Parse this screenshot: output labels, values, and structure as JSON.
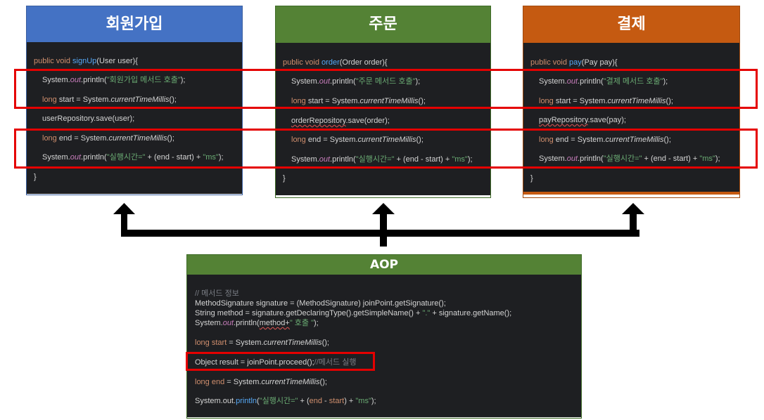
{
  "colors": {
    "signup_header": "#4472c4",
    "order_header": "#548235",
    "pay_header": "#c55a11",
    "aop_header": "#548235",
    "code_bg": "#1e1f22",
    "highlight": "#e50000"
  },
  "signup": {
    "title": "회원가입",
    "sig_kw": "public void ",
    "sig_fn": "signUp",
    "sig_rest": "(User user){",
    "l1_a": "System.",
    "l1_out": "out",
    "l1_b": ".println(",
    "l1_str": "\"회원가입 메서드 호출\"",
    "l1_c": ");",
    "l2_kw": "long",
    "l2_a": " start = System.",
    "l2_it": "currentTimeMillis",
    "l2_b": "();",
    "l3": "userRepository.save(user);",
    "l4_kw": "long",
    "l4_a": " end = System.",
    "l4_it": "currentTimeMillis",
    "l4_b": "();",
    "l5_a": "System.",
    "l5_out": "out",
    "l5_b": ".println(",
    "l5_str": "\"실행시간=\"",
    "l5_c": " + (end - start) + ",
    "l5_str2": "\"ms\"",
    "l5_d": ");",
    "close": "}"
  },
  "order": {
    "title": "주문",
    "sig_kw": "public void ",
    "sig_fn": "order",
    "sig_rest": "(Order order){",
    "l1_a": "System.",
    "l1_out": "out",
    "l1_b": ".println(",
    "l1_str": "\"주문 메서드 호출\"",
    "l1_c": ");",
    "l2_kw": "long",
    "l2_a": " start = System.",
    "l2_it": "currentTimeMillis",
    "l2_b": "();",
    "l3_uw": "orderRepository",
    "l3_b": ".save(order);",
    "l4_kw": "long",
    "l4_a": " end = System.",
    "l4_it": "currentTimeMillis",
    "l4_b": "();",
    "l5_a": "System.",
    "l5_out": "out",
    "l5_b": ".println(",
    "l5_str": "\"실행시간=\"",
    "l5_c": " + (end - start) + ",
    "l5_str2": "\"ms\"",
    "l5_d": ");",
    "close": "}"
  },
  "pay": {
    "title": "결제",
    "sig_kw": "public void ",
    "sig_fn": "pay",
    "sig_rest": "(Pay pay){",
    "l1_a": "System.",
    "l1_out": "out",
    "l1_b": ".println(",
    "l1_str": "\"결제 메서드 호출\"",
    "l1_c": ");",
    "l2_kw": "long",
    "l2_a": " start = System.",
    "l2_it": "currentTimeMillis",
    "l2_b": "();",
    "l3_uw": "payRepository",
    "l3_b": ".save(pay);",
    "l4_kw": "long",
    "l4_a": " end = System.",
    "l4_it": "currentTimeMillis",
    "l4_b": "();",
    "l5_a": "System.",
    "l5_out": "out",
    "l5_b": ".println(",
    "l5_str": "\"실행시간=\"",
    "l5_c": " + (end - start) + ",
    "l5_str2": "\"ms\"",
    "l5_d": ");",
    "close": "}"
  },
  "aop": {
    "title": "AOP",
    "comment": "// 메서드 정보",
    "l1": "MethodSignature signature = (MethodSignature) joinPoint.getSignature();",
    "l2_a": "String method = signature.getDeclaringType().getSimpleName() + ",
    "l2_str": "\".\"",
    "l2_b": " + signature.getName();",
    "l3_a": "System.",
    "l3_out": "out",
    "l3_b": ".println(",
    "l3_uw": "method+",
    "l3_str": "\" 호출 \"",
    "l3_c": ");",
    "l4_kw": "long start",
    "l4_a": " = System.",
    "l4_it": "currentTimeMillis",
    "l4_b": "();",
    "l5_a": "Object result = joinPoint.proceed();",
    "l5_cm": "//메서드 실행",
    "l6_kw": "long end",
    "l6_a": " = System.",
    "l6_it": "currentTimeMillis",
    "l6_b": "();",
    "l7_a": "System.out.",
    "l7_fn": "println",
    "l7_b": "(",
    "l7_str": "\"실행시간=\"",
    "l7_c": " + (",
    "l7_kw1": "end",
    "l7_d": " - ",
    "l7_kw2": "start",
    "l7_e": ") + ",
    "l7_str2": "\"ms\"",
    "l7_f": ");"
  }
}
